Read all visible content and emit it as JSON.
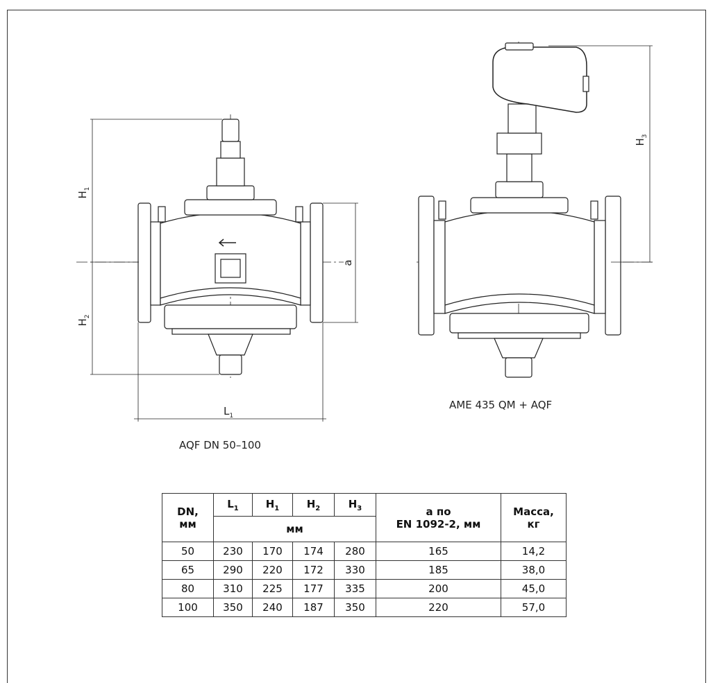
{
  "drawing_left": {
    "caption": "AQF DN 50–100",
    "dimension_labels": {
      "h1": "H",
      "h1_sub": "1",
      "h2": "H",
      "h2_sub": "2",
      "l1": "L",
      "l1_sub": "1",
      "a": "a"
    }
  },
  "drawing_right": {
    "caption": "AME 435 QM + AQF",
    "dimension_labels": {
      "h3": "H",
      "h3_sub": "3"
    }
  },
  "table": {
    "header": {
      "dn": "DN,",
      "dn_unit": "мм",
      "l1": "L",
      "l1_sub": "1",
      "h1": "H",
      "h1_sub": "1",
      "h2": "H",
      "h2_sub": "2",
      "h3": "H",
      "h3_sub": "3",
      "unit_span": "мм",
      "a_line1": "а по",
      "a_line2": "EN 1092-2, мм",
      "mass_line1": "Масса,",
      "mass_line2": "кг"
    },
    "rows": [
      [
        "50",
        "230",
        "170",
        "174",
        "280",
        "165",
        "14,2"
      ],
      [
        "65",
        "290",
        "220",
        "172",
        "330",
        "185",
        "38,0"
      ],
      [
        "80",
        "310",
        "225",
        "177",
        "335",
        "200",
        "45,0"
      ],
      [
        "100",
        "350",
        "240",
        "187",
        "350",
        "220",
        "57,0"
      ]
    ]
  }
}
